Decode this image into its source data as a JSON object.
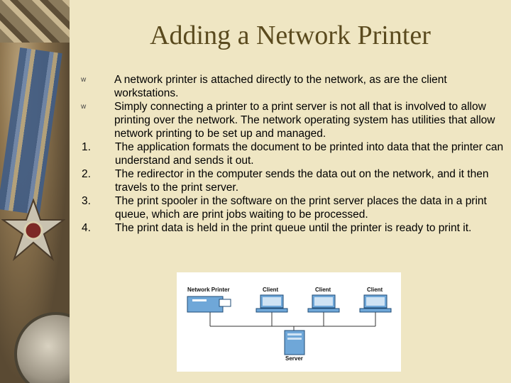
{
  "slide": {
    "title": "Adding a Network Printer"
  },
  "items": [
    {
      "marker": "w",
      "type": "bullet",
      "text": "A network printer is attached directly to the network, as are the client workstations."
    },
    {
      "marker": "w",
      "type": "bullet",
      "text": "Simply connecting a printer to a print server is not all that is involved to allow printing over the network. The network operating system has utilities that allow network printing to be set up and managed."
    },
    {
      "marker": "1.",
      "type": "num",
      "text": "The application formats the document to be printed into data that the printer can understand and sends it out."
    },
    {
      "marker": "2.",
      "type": "num",
      "text": "The redirector in the computer sends the data out on the network, and it then travels to the print server."
    },
    {
      "marker": "3.",
      "type": "num",
      "text": "The print spooler in the software on the print server places the data in a print queue, which are print jobs waiting to be processed."
    },
    {
      "marker": "4.",
      "type": "num",
      "text": "The print data is held in the print queue until the printer is ready to print it."
    }
  ],
  "diagram": {
    "printer_label": "Network Printer",
    "client_labels": [
      "Client",
      "Client",
      "Client"
    ],
    "server_label": "Server"
  },
  "colors": {
    "background": "#efe6c3",
    "title": "#5a4a1e",
    "device_fill": "#6fa7d8"
  }
}
